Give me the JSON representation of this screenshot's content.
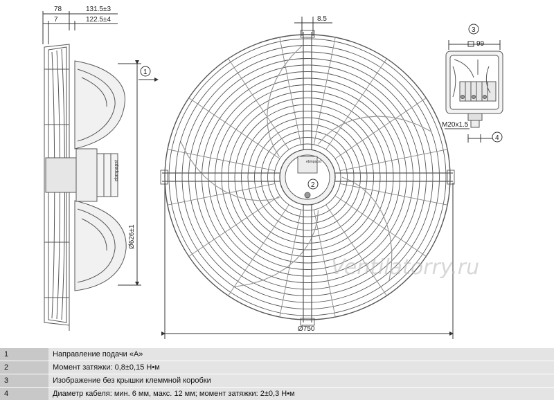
{
  "dimensions": {
    "side_total": "78",
    "side_offset": "7",
    "side_depth": "131.5±3",
    "side_depth2": "122.5±4",
    "diameter_inner": "Ø626±1",
    "diameter_outer": "Ø750",
    "top_offset": "8.5",
    "box_width": "99",
    "thread": "M20x1.5",
    "hub_label": "ebmpapst"
  },
  "callouts": {
    "c1": "1",
    "c2": "2",
    "c3": "3",
    "c4": "4"
  },
  "watermark": "Ventilatorry.ru",
  "legend": [
    {
      "num": "1",
      "text": "Направление подачи «А»"
    },
    {
      "num": "2",
      "text": "Момент затяжки: 0,8±0,15 Н•м"
    },
    {
      "num": "3",
      "text": "Изображение без крышки клеммной коробки"
    },
    {
      "num": "4",
      "text": "Диаметр кабеля: мин. 6 мм, макс. 12 мм; момент затяжки: 2±0,3 Н•м"
    }
  ],
  "colors": {
    "line": "#555555",
    "legend_num_bg": "#c8c8c8",
    "legend_text_bg": "#e4e4e4"
  }
}
